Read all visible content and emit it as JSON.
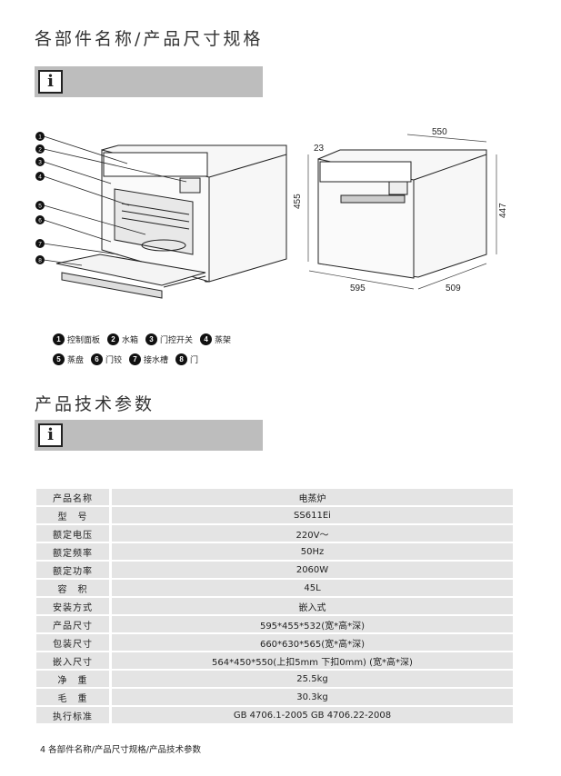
{
  "section1": {
    "title": "各部件名称/产品尺寸规格",
    "info_glyph": "i"
  },
  "diagram": {
    "callouts": [
      "1",
      "2",
      "3",
      "4",
      "5",
      "6",
      "7",
      "8"
    ],
    "dimensions": {
      "depth_top": "550",
      "thickness": "23",
      "height_front": "455",
      "width_front": "595",
      "depth_side": "509",
      "height_side": "447"
    }
  },
  "legend": [
    {
      "num": "1",
      "label": "控制面板"
    },
    {
      "num": "2",
      "label": "水箱"
    },
    {
      "num": "3",
      "label": "门控开关"
    },
    {
      "num": "4",
      "label": "蒸架"
    },
    {
      "num": "5",
      "label": "蒸盘"
    },
    {
      "num": "6",
      "label": "门铰"
    },
    {
      "num": "7",
      "label": "接水槽"
    },
    {
      "num": "8",
      "label": "门"
    }
  ],
  "section2": {
    "title": "产品技术参数",
    "info_glyph": "i"
  },
  "spec_rows": [
    {
      "key": "产品名称",
      "value": "电蒸炉"
    },
    {
      "key": "型　号",
      "value": "SS611Ei"
    },
    {
      "key": "额定电压",
      "value": "220V～"
    },
    {
      "key": "额定频率",
      "value": "50Hz"
    },
    {
      "key": "额定功率",
      "value": "2060W"
    },
    {
      "key": "容　积",
      "value": "45L"
    },
    {
      "key": "安装方式",
      "value": "嵌入式"
    },
    {
      "key": "产品尺寸",
      "value": "595*455*532(宽*高*深)"
    },
    {
      "key": "包装尺寸",
      "value": "660*630*565(宽*高*深)"
    },
    {
      "key": "嵌入尺寸",
      "value": "564*450*550(上扣5mm  下扣0mm) (宽*高*深)"
    },
    {
      "key": "净　重",
      "value": "25.5kg"
    },
    {
      "key": "毛　重",
      "value": "30.3kg"
    },
    {
      "key": "执行标准",
      "value": "GB 4706.1-2005   GB 4706.22-2008"
    }
  ],
  "footer": {
    "text": "4 各部件名称/产品尺寸规格/产品技术参数"
  }
}
